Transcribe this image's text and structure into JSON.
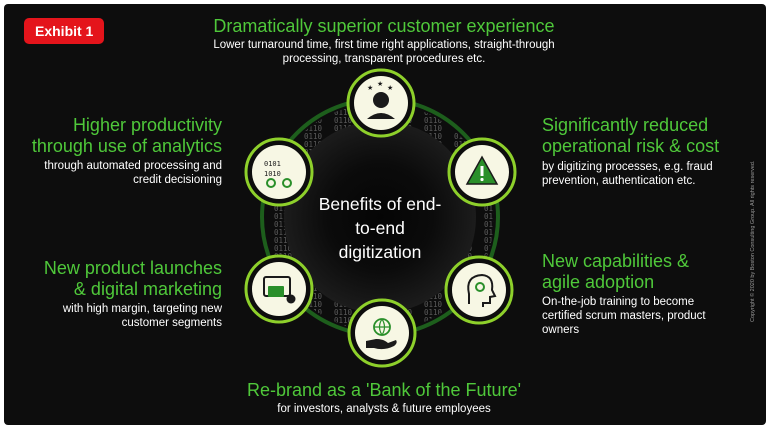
{
  "badge": "Exhibit 1",
  "hub": {
    "line1": "Benefits of end-",
    "line2": "to-end",
    "line3": "digitization"
  },
  "benefits": {
    "customer": {
      "title": "Dramatically superior customer experience",
      "desc1": "Lower turnaround time, first time right applications, straight-through",
      "desc2": "processing, transparent procedures etc.",
      "icon": "person-with-stars-icon"
    },
    "risk": {
      "title1": "Significantly reduced",
      "title2": "operational risk & cost",
      "desc1": "by digitizing processes, e.g. fraud",
      "desc2": "prevention, authentication etc.",
      "icon": "warning-icon"
    },
    "capabilities": {
      "title1": "New capabilities &",
      "title2": "agile adoption",
      "desc1": "On-the-job training to become",
      "desc2": "certified scrum masters, product",
      "desc3": "owners",
      "icon": "head-gears-icon"
    },
    "rebrand": {
      "title": "Re-brand as a 'Bank of the Future'",
      "desc": "for investors, analysts & future employees",
      "icon": "hand-globe-icon"
    },
    "launches": {
      "title1": "New product launches",
      "title2": "& digital marketing",
      "desc1": "with high margin, targeting new",
      "desc2": "customer segments",
      "icon": "screen-card-icon"
    },
    "productivity": {
      "title1": "Higher productivity",
      "title2": "through use of analytics",
      "desc1": "through automated processing and",
      "desc2": "credit decisioning",
      "icon": "binary-gears-icon"
    }
  },
  "copyright": "Copyright © 2020 by Boston Consulting Group. All rights reserved.",
  "colors": {
    "accent": "#4fc83a",
    "icon_ring": "#8ed02b",
    "icon_fill": "#f7f7e4",
    "badge": "#e4141b"
  }
}
